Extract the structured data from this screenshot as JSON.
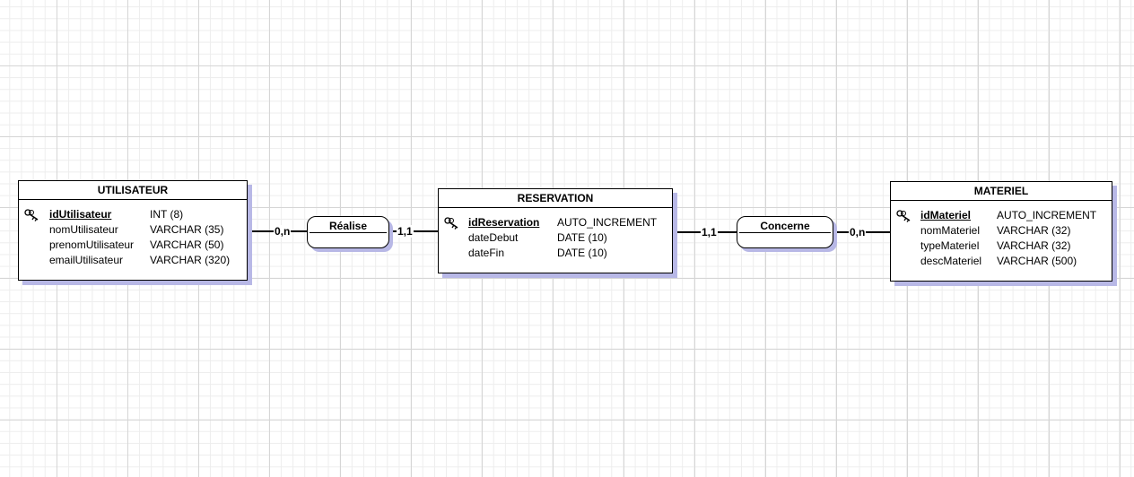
{
  "entities": {
    "utilisateur": {
      "title": "UTILISATEUR",
      "attributes": [
        {
          "name": "idUtilisateur",
          "type": "INT (8)"
        },
        {
          "name": "nomUtilisateur",
          "type": "VARCHAR (35)"
        },
        {
          "name": "prenomUtilisateur",
          "type": "VARCHAR (50)"
        },
        {
          "name": "emailUtilisateur",
          "type": "VARCHAR (320)"
        }
      ]
    },
    "reservation": {
      "title": "RESERVATION",
      "attributes": [
        {
          "name": "idReservation",
          "type": "AUTO_INCREMENT"
        },
        {
          "name": "dateDebut",
          "type": "DATE (10)"
        },
        {
          "name": "dateFin",
          "type": "DATE (10)"
        }
      ]
    },
    "materiel": {
      "title": "MATERIEL",
      "attributes": [
        {
          "name": "idMateriel",
          "type": "AUTO_INCREMENT"
        },
        {
          "name": "nomMateriel",
          "type": "VARCHAR (32)"
        },
        {
          "name": "typeMateriel",
          "type": "VARCHAR (32)"
        },
        {
          "name": "descMateriel",
          "type": "VARCHAR (500)"
        }
      ]
    }
  },
  "associations": {
    "realise": {
      "label": "Réalise"
    },
    "concerne": {
      "label": "Concerne"
    }
  },
  "cardinalities": {
    "utilisateur_realise": "0,n",
    "realise_reservation": "1,1",
    "reservation_concerne": "1,1",
    "concerne_materiel": "0,n"
  },
  "icons": {
    "primary_key": "key-icon"
  },
  "colors": {
    "shadow": "#b8b8e6",
    "grid": "#d6d6d6"
  }
}
